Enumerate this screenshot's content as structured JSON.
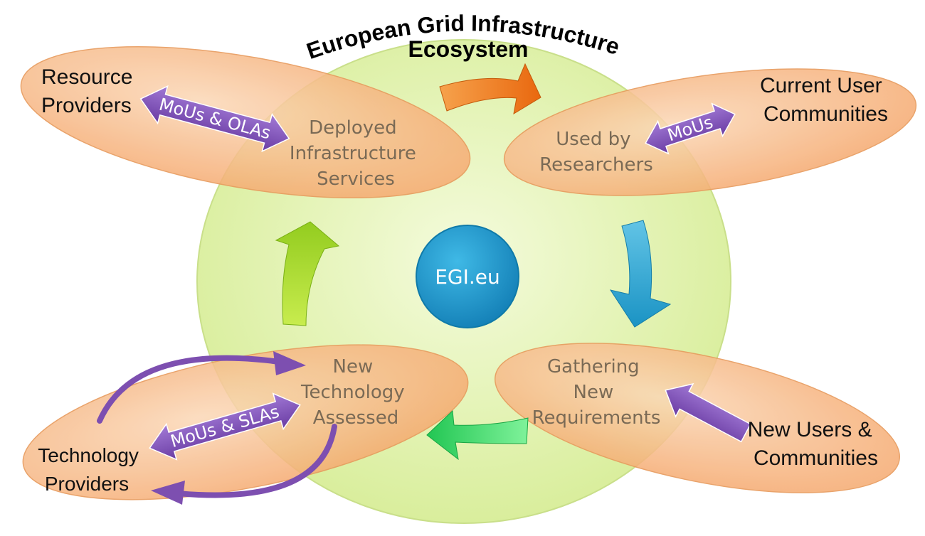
{
  "title": {
    "line1": "European Grid Infrastructure",
    "line2": "Ecosystem"
  },
  "center": {
    "label": "EGI.eu"
  },
  "stages": {
    "deployed": [
      "Deployed",
      "Infrastructure",
      "Services"
    ],
    "used": [
      "Used by",
      "Researchers"
    ],
    "gathering": [
      "Gathering",
      "New",
      "Requirements"
    ],
    "new_tech": [
      "New",
      "Technology",
      "Assessed"
    ]
  },
  "actors": {
    "resource_providers": [
      "Resource",
      "Providers"
    ],
    "current_users": [
      "Current User",
      "Communities"
    ],
    "new_users": [
      "New Users &",
      "Communities"
    ],
    "technology_providers": [
      "Technology",
      "Providers"
    ]
  },
  "agreements": {
    "resource": "MoUs & OLAs",
    "current": "MoUs",
    "technology": "MoUs & SLAs"
  },
  "colors": {
    "circle": "#e3f2b6",
    "petal": "#f7b886",
    "center": "#1f9ed4",
    "arrow_orange": "#f07a1e",
    "arrow_blue": "#2aa6d2",
    "arrow_green": "#2ed660",
    "arrow_yellow": "#a6d82a",
    "arrow_purple": "#7d4fb0",
    "inner_text": "#7a6a55"
  },
  "icons": {
    "cycle_arrows": "curved-arrow-icon",
    "agreement_arrows": "double-arrow-icon"
  }
}
